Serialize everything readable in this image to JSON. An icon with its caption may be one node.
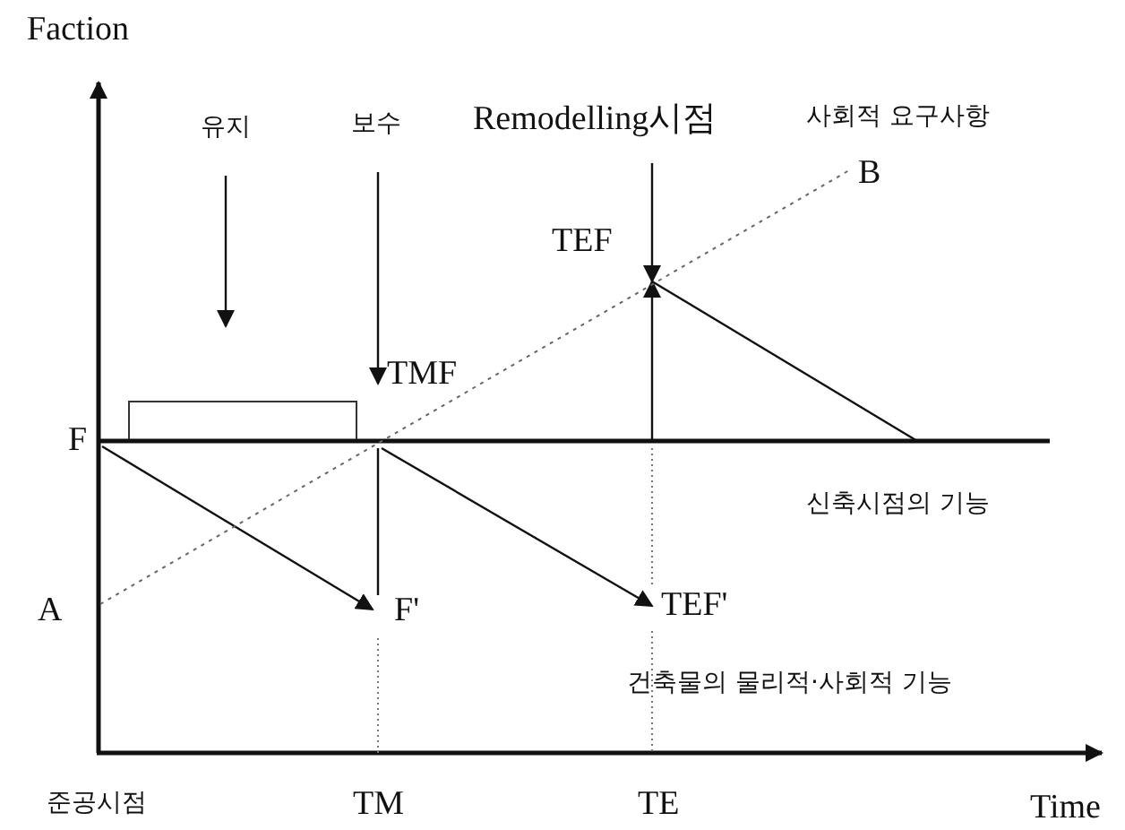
{
  "diagram": {
    "nodes": [
      {
        "text": [
          "유지"
        ]
      },
      {
        "text": [
          "보수"
        ]
      },
      {
        "text": [
          "TMF"
        ]
      },
      {
        "text": [
          "Remodelling시점"
        ]
      },
      {
        "text": [
          "TEF"
        ]
      },
      {
        "text": [
          "F"
        ]
      },
      {
        "text": [
          "F'"
        ]
      },
      {
        "text": [
          "TEF'"
        ]
      },
      {
        "text": [
          "A"
        ]
      },
      {
        "text": [
          "B"
        ]
      }
    ],
    "edges": [
      {
        "from": 0,
        "to": null,
        "arrow": "to"
      },
      {
        "from": 1,
        "to": 2,
        "arrow": "to"
      },
      {
        "from": 3,
        "to": 4,
        "arrow": "to"
      },
      {
        "from": 5,
        "to": 6,
        "arrow": "to"
      },
      {
        "from": 2,
        "to": 7,
        "arrow": "to"
      },
      {
        "from": null,
        "to": 4,
        "arrow": "to"
      },
      {
        "from": 4,
        "to": null,
        "arrow": "none"
      },
      {
        "from": 8,
        "to": 9,
        "arrow": "none",
        "style": "dashed"
      },
      {
        "from": 2,
        "to": 6,
        "arrow": "none"
      }
    ],
    "labels": [
      "Faction",
      "사회적 요구사항",
      "신축시점의 기능",
      "건축물의 물리적·사회적 기능",
      "준공시점",
      "TM",
      "TE",
      "Time"
    ]
  }
}
